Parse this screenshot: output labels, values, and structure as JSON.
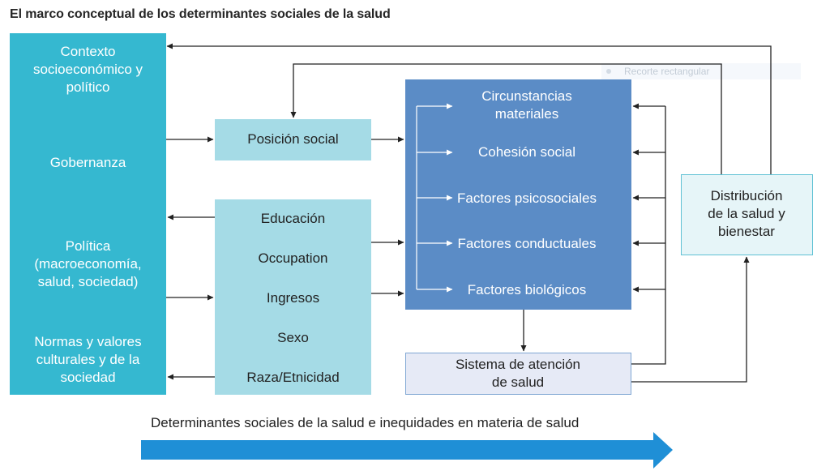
{
  "title": "El marco conceptual de los determinantes sociales de la salud",
  "context_box": {
    "items": [
      "Contexto\nsocioeconómico y\npolítico",
      "Gobernanza",
      "Política\n(macroeconomía,\nsalud, sociedad)",
      "Normas y valores\nculturales y de la\nsociedad"
    ]
  },
  "social_position": "Posición social",
  "structural_box": {
    "items": [
      "Educación",
      "Occupation",
      "Ingresos",
      "Sexo",
      "Raza/Etnicidad"
    ]
  },
  "intermediary_box": {
    "items": [
      "Circunstancias\nmateriales",
      "Cohesión social",
      "Factores psicosociales",
      "Factores conductuales",
      "Factores biológicos"
    ]
  },
  "health_system": "Sistema de atención\nde salud",
  "distribution": "Distribución\nde la salud y\nbienestar",
  "overlay_label": "Recorte rectangular",
  "bottom_label": "Determinantes sociales de la salud e inequidades en materia de salud",
  "colors": {
    "context": "#35b8d0",
    "light_teal": "#a5dbe6",
    "intermediary": "#5b8cc6",
    "arrow_blue": "#1f8fd6"
  }
}
